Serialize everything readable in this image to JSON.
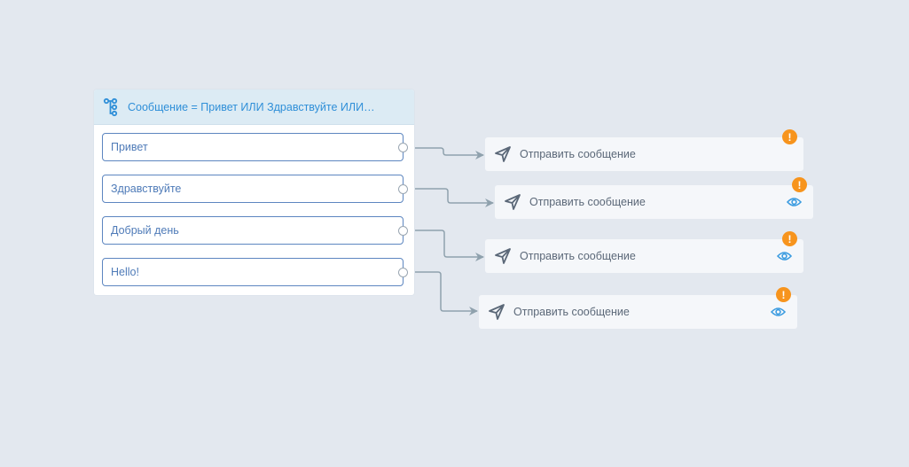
{
  "switch_node": {
    "icon": "tree-branch-icon",
    "title": "Сообщение = Привет ИЛИ Здравствуйте ИЛИ…",
    "cases": [
      {
        "label": "Привет"
      },
      {
        "label": "Здравствуйте"
      },
      {
        "label": "Добрый день"
      },
      {
        "label": "Hello!"
      }
    ]
  },
  "actions": [
    {
      "icon": "send-icon",
      "label": "Отправить сообщение",
      "warning": "!",
      "has_preview": false
    },
    {
      "icon": "send-icon",
      "label": "Отправить сообщение",
      "warning": "!",
      "has_preview": true
    },
    {
      "icon": "send-icon",
      "label": "Отправить сообщение",
      "warning": "!",
      "has_preview": true
    },
    {
      "icon": "send-icon",
      "label": "Отправить сообщение",
      "warning": "!",
      "has_preview": true
    }
  ],
  "colors": {
    "background": "#e3e8ef",
    "header_text": "#2f8fd8",
    "case_border": "#5d86c0",
    "warning": "#f7941d",
    "eye": "#3a9be0",
    "connector": "#8fa1ad"
  }
}
